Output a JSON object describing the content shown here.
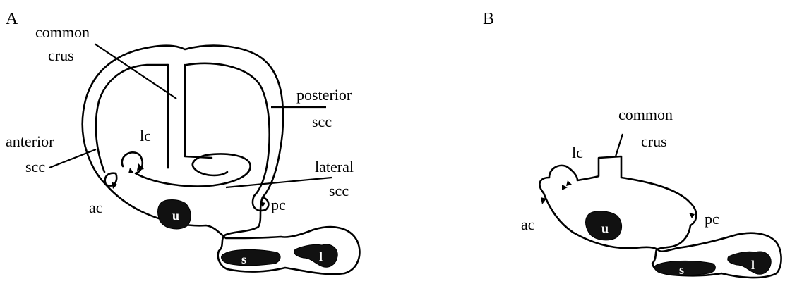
{
  "panels": {
    "a": {
      "letter": "A",
      "labels": {
        "common_crus_line1": "common",
        "common_crus_line2": "crus",
        "posterior_line1": "posterior",
        "posterior_line2": "scc",
        "anterior_line1": "anterior",
        "anterior_line2": "scc",
        "lc": "lc",
        "lateral_line1": "lateral",
        "lateral_line2": "scc",
        "ac": "ac",
        "pc": "pc",
        "u": "u",
        "s": "s",
        "l": "l"
      }
    },
    "b": {
      "letter": "B",
      "labels": {
        "common_crus_line1": "common",
        "common_crus_line2": "crus",
        "lc": "lc",
        "ac": "ac",
        "pc": "pc",
        "u": "u",
        "s": "s",
        "l": "l"
      }
    }
  }
}
